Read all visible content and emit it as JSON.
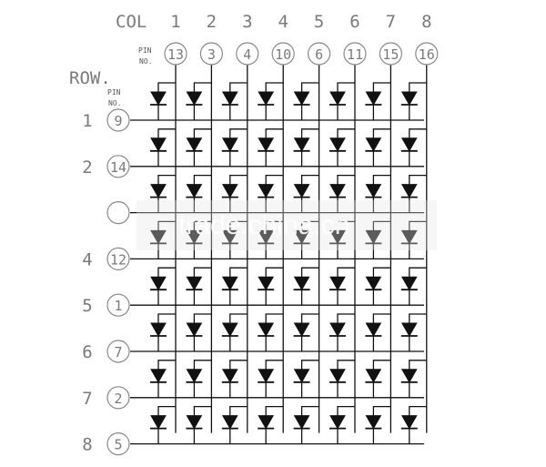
{
  "diagram": {
    "col_label": "COL",
    "row_label": "ROW.",
    "pin_no_label_line1": "PIN",
    "pin_no_label_line2": "NO.",
    "columns": [
      {
        "col": "1",
        "pin": "13"
      },
      {
        "col": "2",
        "pin": "3"
      },
      {
        "col": "3",
        "pin": "4"
      },
      {
        "col": "4",
        "pin": "10"
      },
      {
        "col": "5",
        "pin": "6"
      },
      {
        "col": "6",
        "pin": "11"
      },
      {
        "col": "7",
        "pin": "15"
      },
      {
        "col": "8",
        "pin": "16"
      }
    ],
    "rows": [
      {
        "row": "1",
        "pin": "9"
      },
      {
        "row": "2",
        "pin": "14"
      },
      {
        "row": "",
        "pin": ""
      },
      {
        "row": "4",
        "pin": "12"
      },
      {
        "row": "5",
        "pin": "1"
      },
      {
        "row": "6",
        "pin": "7"
      },
      {
        "row": "7",
        "pin": "2"
      },
      {
        "row": "8",
        "pin": "5"
      }
    ]
  },
  "watermark": {
    "text": "trade.china.cn"
  }
}
